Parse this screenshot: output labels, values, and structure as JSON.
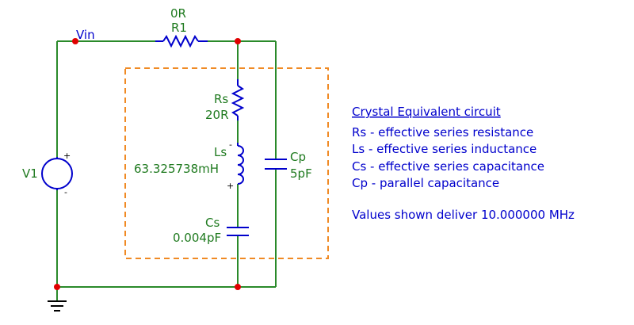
{
  "colors": {
    "wire": "#2a8a2a",
    "component": "#0000cc",
    "component_label": "#1f7a1f",
    "node": "#e00000",
    "crystal_box": "#f08a24",
    "note_text": "#0000cc"
  },
  "nets": {
    "vin": "Vin"
  },
  "components": {
    "r1": {
      "name": "R1",
      "value": "0R"
    },
    "rs": {
      "name": "Rs",
      "value": "20R"
    },
    "ls": {
      "name": "Ls",
      "value": "63.325738mH"
    },
    "cs": {
      "name": "Cs",
      "value": "0.004pF"
    },
    "cp": {
      "name": "Cp",
      "value": "5pF"
    },
    "v1": {
      "name": "V1"
    }
  },
  "polarity": {
    "ls_top": "-",
    "ls_bottom": "+",
    "v1_top": "+",
    "v1_bottom": "-"
  },
  "notes": {
    "title": "Crystal Equivalent circuit",
    "lines": [
      "Rs - effective series resistance",
      "Ls - effective series inductance",
      "Cs - effective series capacitance",
      "Cp - parallel capacitance"
    ],
    "footer": "Values shown deliver 10.000000 MHz"
  }
}
